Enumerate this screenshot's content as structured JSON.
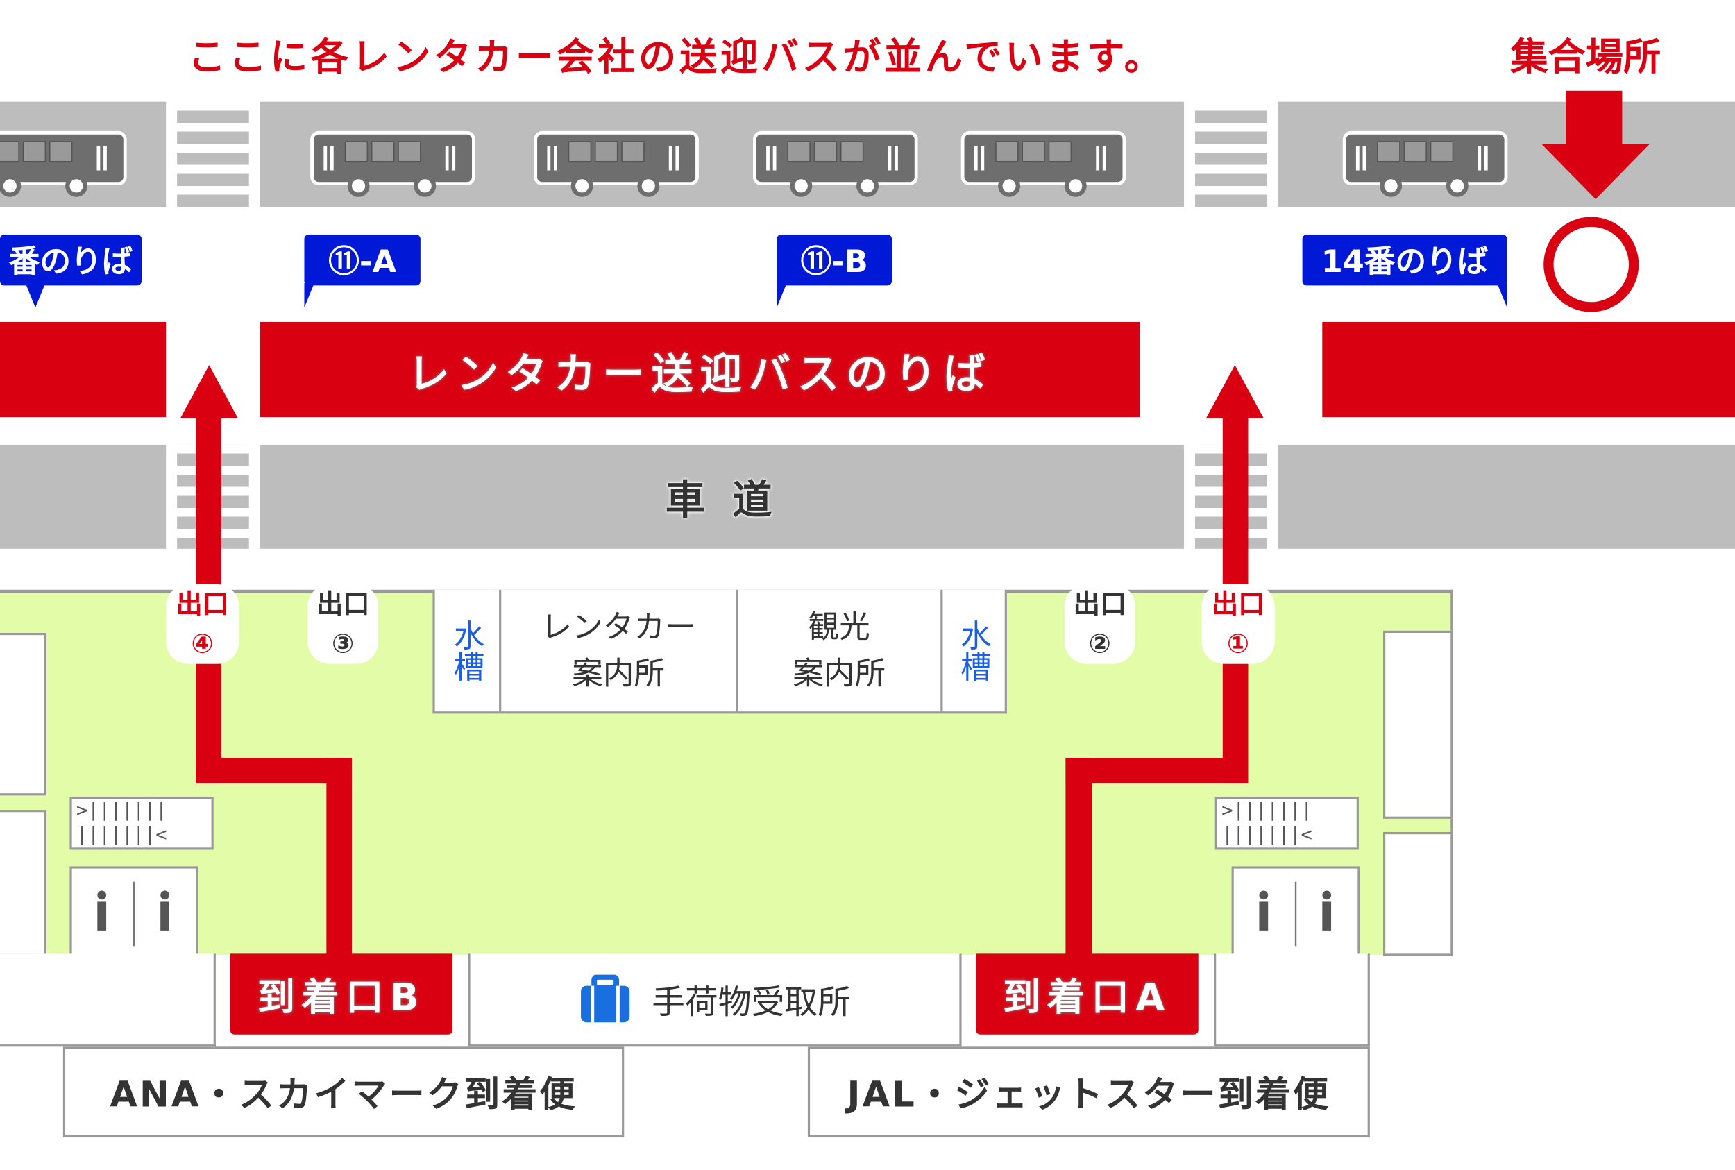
{
  "header": {
    "notice": "ここに各レンタカー会社の送迎バスが並んでいます。",
    "meeting_point": "集合場所"
  },
  "tags": {
    "left": "番のりば",
    "a": "⑪-A",
    "b": "⑪-B",
    "right": "14番のりば"
  },
  "platform_label": "レンタカー送迎バスのりば",
  "road_label": "車 道",
  "exits": {
    "e1": "出口",
    "n1": "①",
    "e2": "出口",
    "n2": "②",
    "e3": "出口",
    "n3": "③",
    "e4": "出口",
    "n4": "④"
  },
  "facilities": {
    "water1": "水槽",
    "rental_info_1": "レンタカー",
    "rental_info_2": "案内所",
    "tourist_info_1": "観光",
    "tourist_info_2": "案内所",
    "water2": "水槽"
  },
  "arrival_b": "到着口B",
  "arrival_a": "到着口A",
  "baggage": "手荷物受取所",
  "ana": "ANA・スカイマーク到着便",
  "jal": "JAL・ジェットスター到着便",
  "escalator_top": ">|||||||",
  "escalator_bottom": "|||||||<",
  "colors": {
    "red": "#d90012",
    "blue": "#0019d6",
    "floor": "#e2fca8",
    "road": "#bdbdbd"
  }
}
